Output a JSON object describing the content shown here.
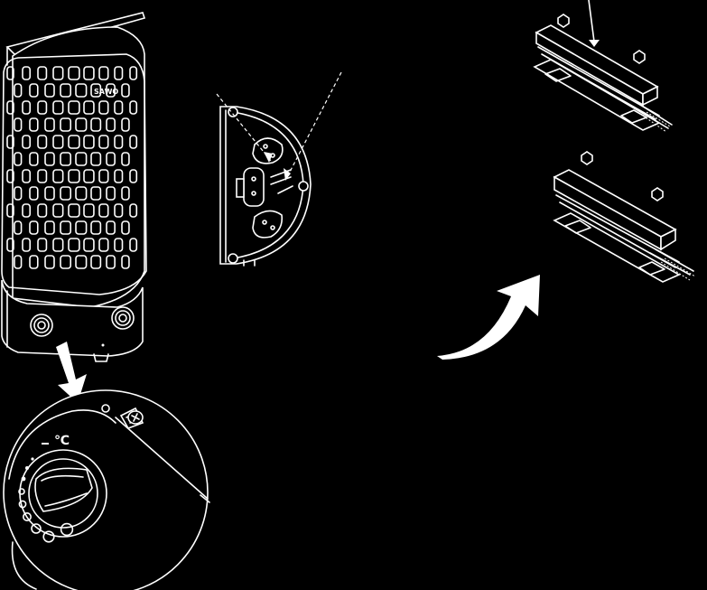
{
  "figure": {
    "background": "#000000",
    "line_color": "#ffffff",
    "brand_text": "SAWO",
    "thermostat_symbol": "℃",
    "panels": [
      {
        "id": "heater",
        "icon": "sauna-heater-icon"
      },
      {
        "id": "control-zoom",
        "icon": "thermostat-knob-icon"
      },
      {
        "id": "top-cross-section",
        "icon": "heater-section-icon"
      },
      {
        "id": "bracket-upper",
        "icon": "mounting-bracket-icon"
      },
      {
        "id": "bracket-lower",
        "icon": "mounting-bracket-icon"
      },
      {
        "id": "curved-arrow",
        "icon": "curved-arrow-icon"
      }
    ]
  }
}
